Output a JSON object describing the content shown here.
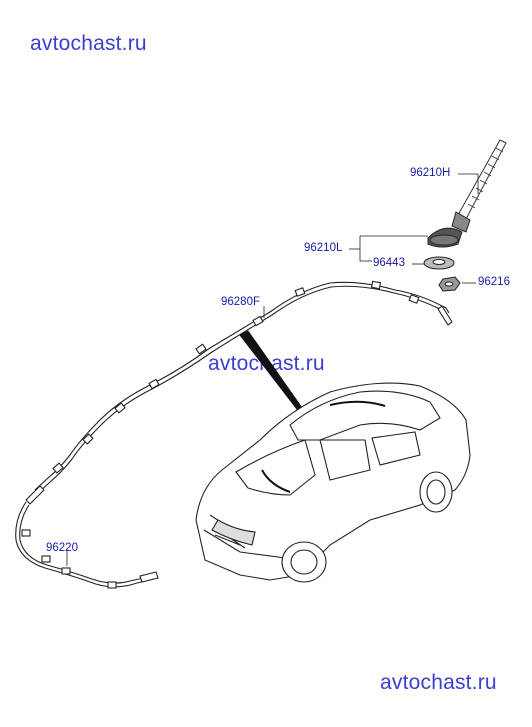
{
  "watermarks": {
    "top": "avtochast.ru",
    "middle": "avtochast.ru",
    "bottom": "avtochast.ru"
  },
  "parts": {
    "antenna_mast": "96210H",
    "antenna_base": "96210L",
    "gasket": "96443",
    "nut": "96216",
    "feeder_cable": "96280F",
    "extension_cable": "96220"
  }
}
